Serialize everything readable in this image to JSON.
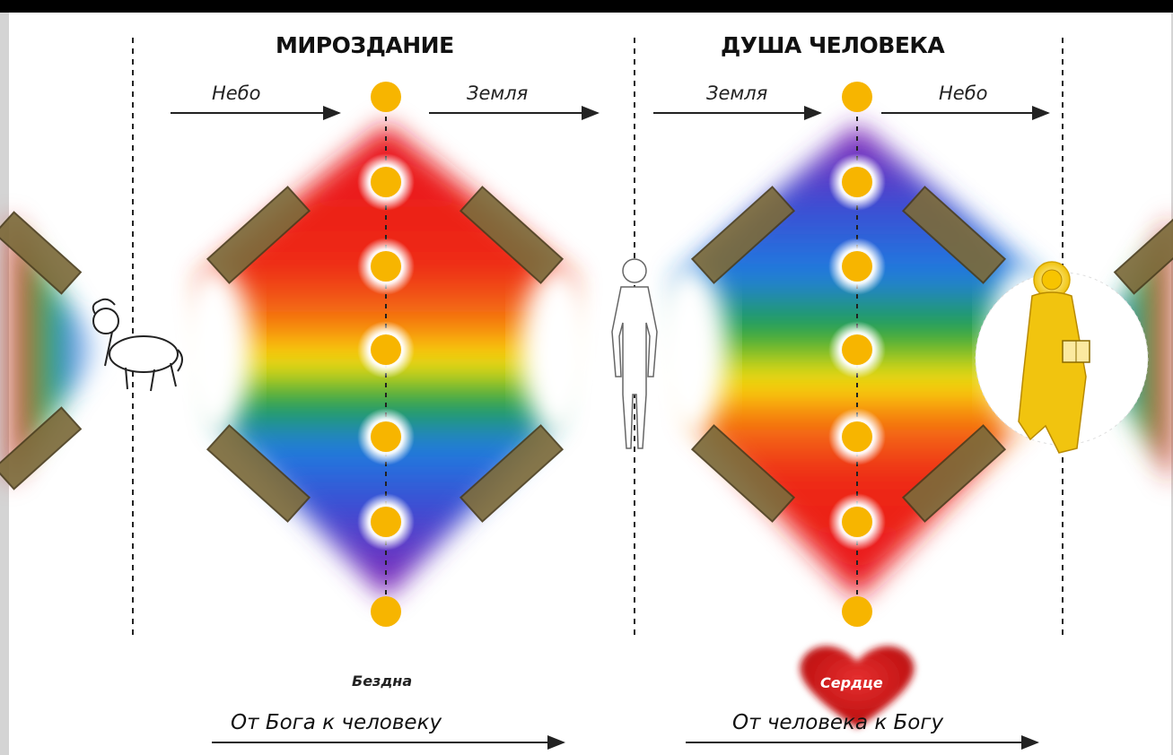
{
  "sections": {
    "left": {
      "title": "МИРОЗДАНИЕ",
      "arrow_left_label": "Небо",
      "arrow_right_label": "Земля",
      "bottom_label": "Бездна",
      "footer": "От Бога к человеку"
    },
    "right": {
      "title": "ДУША ЧЕЛОВЕКА",
      "arrow_left_label": "Земля",
      "arrow_right_label": "Небо",
      "bottom_label": "Сердце",
      "footer": "От человека к Богу"
    }
  },
  "colors": {
    "node": "#f7b500",
    "spectrum": [
      "#e8141c",
      "#f57a10",
      "#fbe30b",
      "#22a63a",
      "#1f7de0",
      "#3a4fd4",
      "#8a22b5"
    ],
    "book": "#7c6a3a",
    "heart": "#d41818",
    "icon_gold": "#f1c40f"
  },
  "icons": {
    "lamb": "lamb-icon",
    "human": "human-silhouette-icon",
    "christ": "christ-icon",
    "heart": "heart-icon"
  }
}
